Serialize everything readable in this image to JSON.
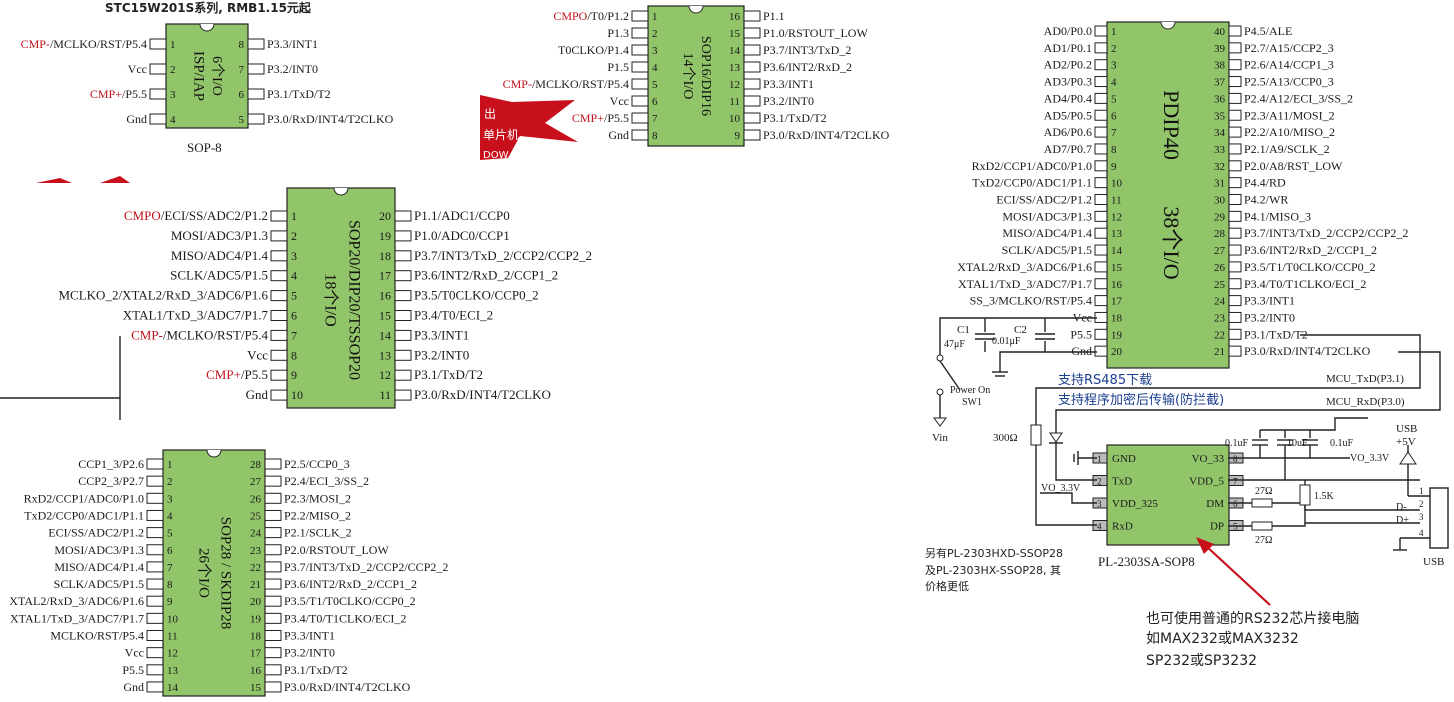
{
  "header": {
    "title": "STC15W201S系列, RMB1.15元起"
  },
  "labels": {
    "sop8_pkg": "SOP-8",
    "pl2303_name": "PL-2303SA-SOP8",
    "pl_note": [
      "另有PL-2303HXD-SSOP28",
      "及PL-2303HX-SSOP28, 其",
      "价格更低"
    ],
    "rs232_note": [
      "也可使用普通的RS232芯片接电脑",
      "如MAX232或MAX3232",
      "SP232或SP3232"
    ],
    "support_rs485": "支持RS485下载",
    "support_encrypt": "支持程序加密后传输(防拦截)",
    "mcu_txd": "MCU_TxD(P3.1)",
    "mcu_rxd": "MCU_RxD(P3.0)",
    "power_on": "Power On",
    "sw1": "SW1",
    "vin": "Vin",
    "c1": "C1",
    "c1_val": "47μF",
    "c2": "C2",
    "c2_val": "0.01μF",
    "r300": "300Ω",
    "cap_01a": "0.1uF",
    "cap_10": "10uF",
    "cap_01b": "0.1uF",
    "usb": "USB",
    "plus5v": "+5V",
    "usb_bottom": "USB",
    "r27a": "27Ω",
    "r27b": "27Ω",
    "r15k": "1.5K",
    "dminus": "D-",
    "dplus": "D+",
    "vo33a": "VO_3.3V",
    "vo33b": "VO_3.3V",
    "banner": [
      "出",
      "单片机",
      "DOW"
    ],
    "usb_pins": [
      "1",
      "2",
      "3",
      "4"
    ]
  },
  "chips": {
    "sop8": {
      "title": [
        "ISP/IAP",
        "6个I/O"
      ],
      "left": [
        {
          "n": "1",
          "t": "/MCLKO/RST/P5.4",
          "pre": "CMP-"
        },
        {
          "n": "2",
          "t": "Vcc",
          "pre": ""
        },
        {
          "n": "3",
          "t": "/P5.5",
          "pre": "CMP+"
        },
        {
          "n": "4",
          "t": "Gnd",
          "pre": ""
        }
      ],
      "right": [
        {
          "n": "8",
          "t": "P3.3/INT1"
        },
        {
          "n": "7",
          "t": "P3.2/INT0"
        },
        {
          "n": "6",
          "t": "P3.1/TxD/T2"
        },
        {
          "n": "5",
          "t": "P3.0/RxD/INT4/T2CLKO"
        }
      ]
    },
    "sop16": {
      "title": [
        "14个I/O",
        "SOP16/DIP16"
      ],
      "left": [
        {
          "n": "1",
          "t": "/T0/P1.2",
          "pre": "CMPO"
        },
        {
          "n": "2",
          "t": "P1.3",
          "pre": ""
        },
        {
          "n": "3",
          "t": "T0CLKO/P1.4",
          "pre": ""
        },
        {
          "n": "4",
          "t": "P1.5",
          "pre": ""
        },
        {
          "n": "5",
          "t": "/MCLKO/RST/P5.4",
          "pre": "CMP-"
        },
        {
          "n": "6",
          "t": "Vcc",
          "pre": ""
        },
        {
          "n": "7",
          "t": "/P5.5",
          "pre": "CMP+"
        },
        {
          "n": "8",
          "t": "Gnd",
          "pre": ""
        }
      ],
      "right": [
        {
          "n": "16",
          "t": "P1.1"
        },
        {
          "n": "15",
          "t": "P1.0/RSTOUT_LOW"
        },
        {
          "n": "14",
          "t": "P3.7/INT3/TxD_2"
        },
        {
          "n": "13",
          "t": "P3.6/INT2/RxD_2"
        },
        {
          "n": "12",
          "t": "P3.3/INT1"
        },
        {
          "n": "11",
          "t": "P3.2/INT0"
        },
        {
          "n": "10",
          "t": "P3.1/TxD/T2"
        },
        {
          "n": "9",
          "t": "P3.0/RxD/INT4/T2CLKO"
        }
      ]
    },
    "sop20": {
      "title": [
        "18个I/O",
        "SOP20/DIP20/TSSOP20"
      ],
      "left": [
        {
          "n": "1",
          "t": "/ECI/SS/ADC2/P1.2",
          "pre": "CMPO"
        },
        {
          "n": "2",
          "t": "MOSI/ADC3/P1.3",
          "pre": ""
        },
        {
          "n": "3",
          "t": "MISO/ADC4/P1.4",
          "pre": ""
        },
        {
          "n": "4",
          "t": "SCLK/ADC5/P1.5",
          "pre": ""
        },
        {
          "n": "5",
          "t": "MCLKO_2/XTAL2/RxD_3/ADC6/P1.6",
          "pre": ""
        },
        {
          "n": "6",
          "t": "XTAL1/TxD_3/ADC7/P1.7",
          "pre": ""
        },
        {
          "n": "7",
          "t": "/MCLKO/RST/P5.4",
          "pre": "CMP-"
        },
        {
          "n": "8",
          "t": "Vcc",
          "pre": ""
        },
        {
          "n": "9",
          "t": "/P5.5",
          "pre": "CMP+"
        },
        {
          "n": "10",
          "t": "Gnd",
          "pre": ""
        }
      ],
      "right": [
        {
          "n": "20",
          "t": "P1.1/ADC1/CCP0"
        },
        {
          "n": "19",
          "t": "P1.0/ADC0/CCP1"
        },
        {
          "n": "18",
          "t": "P3.7/INT3/TxD_2/CCP2/CCP2_2"
        },
        {
          "n": "17",
          "t": "P3.6/INT2/RxD_2/CCP1_2"
        },
        {
          "n": "16",
          "t": "P3.5/T0CLKO/CCP0_2"
        },
        {
          "n": "15",
          "t": "P3.4/T0/ECI_2"
        },
        {
          "n": "14",
          "t": "P3.3/INT1"
        },
        {
          "n": "13",
          "t": "P3.2/INT0"
        },
        {
          "n": "12",
          "t": "P3.1/TxD/T2"
        },
        {
          "n": "11",
          "t": "P3.0/RxD/INT4/T2CLKO"
        }
      ]
    },
    "sop28": {
      "title": [
        "26个I/O",
        "SOP28 / SKDIP28"
      ],
      "left": [
        {
          "n": "1",
          "t": "CCP1_3/P2.6"
        },
        {
          "n": "2",
          "t": "CCP2_3/P2.7"
        },
        {
          "n": "3",
          "t": "RxD2/CCP1/ADC0/P1.0"
        },
        {
          "n": "4",
          "t": "TxD2/CCP0/ADC1/P1.1"
        },
        {
          "n": "5",
          "t": "ECI/SS/ADC2/P1.2"
        },
        {
          "n": "6",
          "t": "MOSI/ADC3/P1.3"
        },
        {
          "n": "7",
          "t": "MISO/ADC4/P1.4"
        },
        {
          "n": "8",
          "t": "SCLK/ADC5/P1.5"
        },
        {
          "n": "9",
          "t": "XTAL2/RxD_3/ADC6/P1.6"
        },
        {
          "n": "10",
          "t": "XTAL1/TxD_3/ADC7/P1.7"
        },
        {
          "n": "11",
          "t": "MCLKO/RST/P5.4"
        },
        {
          "n": "12",
          "t": "Vcc"
        },
        {
          "n": "13",
          "t": "P5.5"
        },
        {
          "n": "14",
          "t": "Gnd"
        }
      ],
      "right": [
        {
          "n": "28",
          "t": "P2.5/CCP0_3"
        },
        {
          "n": "27",
          "t": "P2.4/ECI_3/SS_2"
        },
        {
          "n": "26",
          "t": "P2.3/MOSI_2"
        },
        {
          "n": "25",
          "t": "P2.2/MISO_2"
        },
        {
          "n": "24",
          "t": "P2.1/SCLK_2"
        },
        {
          "n": "23",
          "t": "P2.0/RSTOUT_LOW"
        },
        {
          "n": "22",
          "t": "P3.7/INT3/TxD_2/CCP2/CCP2_2"
        },
        {
          "n": "21",
          "t": "P3.6/INT2/RxD_2/CCP1_2"
        },
        {
          "n": "20",
          "t": "P3.5/T1/T0CLKO/CCP0_2"
        },
        {
          "n": "19",
          "t": "P3.4/T0/T1CLKO/ECI_2"
        },
        {
          "n": "18",
          "t": "P3.3/INT1"
        },
        {
          "n": "17",
          "t": "P3.2/INT0"
        },
        {
          "n": "16",
          "t": "P3.1/TxD/T2"
        },
        {
          "n": "15",
          "t": "P3.0/RxD/INT4/T2CLKO"
        }
      ]
    },
    "pdip40": {
      "title": [
        "PDIP40",
        "38个I/O"
      ],
      "left": [
        {
          "n": "1",
          "t": "AD0/P0.0"
        },
        {
          "n": "2",
          "t": "AD1/P0.1"
        },
        {
          "n": "3",
          "t": "AD2/P0.2"
        },
        {
          "n": "4",
          "t": "AD3/P0.3"
        },
        {
          "n": "5",
          "t": "AD4/P0.4"
        },
        {
          "n": "6",
          "t": "AD5/P0.5"
        },
        {
          "n": "7",
          "t": "AD6/P0.6"
        },
        {
          "n": "8",
          "t": "AD7/P0.7"
        },
        {
          "n": "9",
          "t": "RxD2/CCP1/ADC0/P1.0"
        },
        {
          "n": "10",
          "t": "TxD2/CCP0/ADC1/P1.1"
        },
        {
          "n": "11",
          "t": "ECI/SS/ADC2/P1.2"
        },
        {
          "n": "12",
          "t": "MOSI/ADC3/P1.3"
        },
        {
          "n": "13",
          "t": "MISO/ADC4/P1.4"
        },
        {
          "n": "14",
          "t": "SCLK/ADC5/P1.5"
        },
        {
          "n": "15",
          "t": "XTAL2/RxD_3/ADC6/P1.6"
        },
        {
          "n": "16",
          "t": "XTAL1/TxD_3/ADC7/P1.7"
        },
        {
          "n": "17",
          "t": "SS_3/MCLKO/RST/P5.4"
        },
        {
          "n": "18",
          "t": "Vcc"
        },
        {
          "n": "19",
          "t": "P5.5"
        },
        {
          "n": "20",
          "t": "Gnd"
        }
      ],
      "right": [
        {
          "n": "40",
          "t": "P4.5/ALE"
        },
        {
          "n": "39",
          "t": "P2.7/A15/CCP2_3"
        },
        {
          "n": "38",
          "t": "P2.6/A14/CCP1_3"
        },
        {
          "n": "37",
          "t": "P2.5/A13/CCP0_3"
        },
        {
          "n": "36",
          "t": "P2.4/A12/ECI_3/SS_2"
        },
        {
          "n": "35",
          "t": "P2.3/A11/MOSI_2"
        },
        {
          "n": "34",
          "t": "P2.2/A10/MISO_2"
        },
        {
          "n": "33",
          "t": "P2.1/A9/SCLK_2"
        },
        {
          "n": "32",
          "t": "P2.0/A8/RST_LOW"
        },
        {
          "n": "31",
          "t": "P4.4/RD"
        },
        {
          "n": "30",
          "t": "P4.2/WR"
        },
        {
          "n": "29",
          "t": "P4.1/MISO_3"
        },
        {
          "n": "28",
          "t": "P3.7/INT3/TxD_2/CCP2/CCP2_2"
        },
        {
          "n": "27",
          "t": "P3.6/INT2/RxD_2/CCP1_2"
        },
        {
          "n": "26",
          "t": "P3.5/T1/T0CLKO/CCP0_2"
        },
        {
          "n": "25",
          "t": "P3.4/T0/T1CLKO/ECI_2"
        },
        {
          "n": "24",
          "t": "P3.3/INT1"
        },
        {
          "n": "23",
          "t": "P3.2/INT0"
        },
        {
          "n": "22",
          "t": "P3.1/TxD/T2"
        },
        {
          "n": "21",
          "t": "P3.0/RxD/INT4/T2CLKO"
        }
      ]
    },
    "pl2303": {
      "left": [
        {
          "n": "1",
          "t": "GND"
        },
        {
          "n": "2",
          "t": "TxD"
        },
        {
          "n": "3",
          "t": "VDD_325"
        },
        {
          "n": "4",
          "t": "RxD"
        }
      ],
      "right": [
        {
          "n": "8",
          "t": "VO_33"
        },
        {
          "n": "7",
          "t": "VDD_5"
        },
        {
          "n": "6",
          "t": "DM"
        },
        {
          "n": "5",
          "t": "DP"
        }
      ]
    }
  }
}
